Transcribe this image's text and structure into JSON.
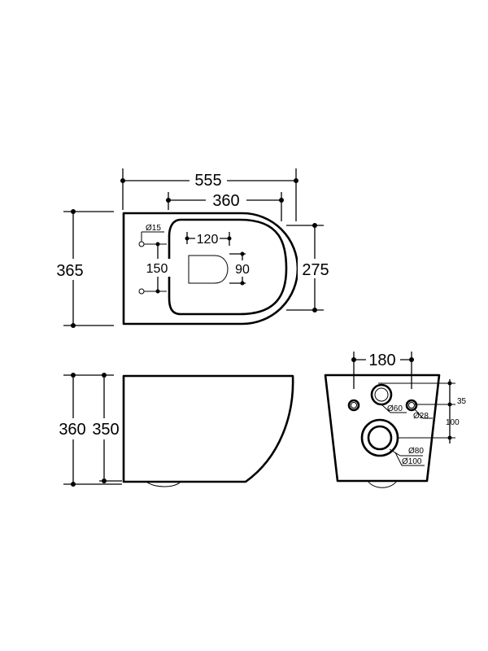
{
  "top_view": {
    "width": "555",
    "inner_width": "360",
    "height": "365",
    "bowl_depth": "275",
    "inlet_offset": "120",
    "fixing_spacing": "150",
    "outlet_width": "90",
    "fixing_diameter": "Ø15"
  },
  "side_view": {
    "total_height": "360",
    "body_height": "350"
  },
  "rear_view": {
    "fixing_spacing": "180",
    "inlet_diameter": "Ø60",
    "fixing_hole_diameter": "Ø28",
    "outlet_inner_diameter": "Ø80",
    "outlet_outer_diameter": "Ø100",
    "upper_offset": "35",
    "outlet_offset": "100"
  }
}
